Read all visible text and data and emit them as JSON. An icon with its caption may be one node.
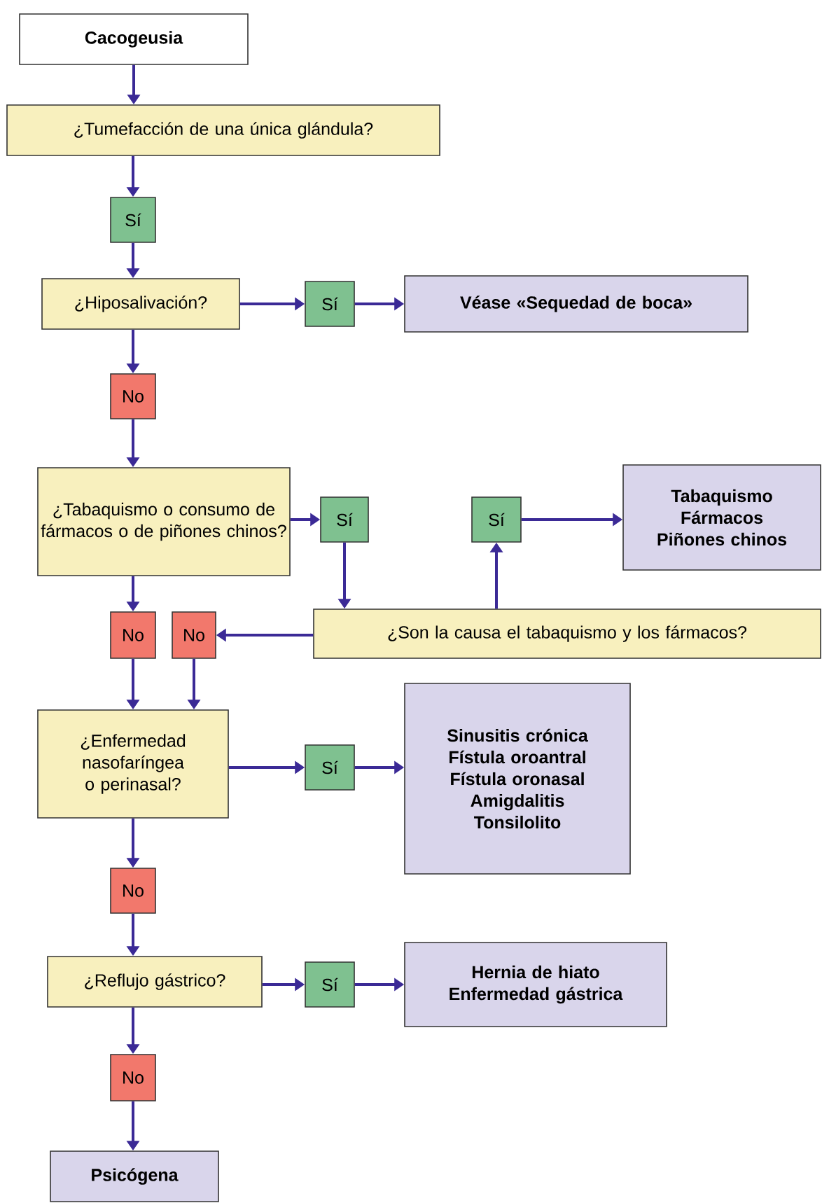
{
  "diagram": {
    "nodes": [
      {
        "text": [
          "Cacogeusia"
        ]
      },
      {
        "text": [
          "¿Tumefacción de una única glándula?"
        ]
      },
      {
        "text": [
          "Sí"
        ]
      },
      {
        "text": [
          "¿Hiposalivación?"
        ]
      },
      {
        "text": [
          "Sí"
        ]
      },
      {
        "text": [
          "Véase «Sequedad de boca»"
        ]
      },
      {
        "text": [
          "No"
        ]
      },
      {
        "text": [
          "¿Tabaquismo o consumo de fármacos o de piñones chinos?"
        ]
      },
      {
        "text": [
          "Sí"
        ]
      },
      {
        "text": [
          "Sí"
        ]
      },
      {
        "text": [
          "Tabaquismo",
          "Fármacos",
          "Piñones chinos"
        ]
      },
      {
        "text": [
          "¿Son la causa el tabaquismo y los fármacos?"
        ]
      },
      {
        "text": [
          "No"
        ]
      },
      {
        "text": [
          "No"
        ]
      },
      {
        "text": [
          "¿Enfermedad nasofaríngea o perinasal?"
        ]
      },
      {
        "text": [
          "Sí"
        ]
      },
      {
        "text": [
          "Sinusitis crónica",
          "Fístula oroantral",
          "Fístula oronasal",
          "Amigdalitis",
          "Tonsilolito"
        ]
      },
      {
        "text": [
          "No"
        ]
      },
      {
        "text": [
          "¿Reflujo gástrico?"
        ]
      },
      {
        "text": [
          "Sí"
        ]
      },
      {
        "text": [
          "Hernia de hiato",
          "Enfermedad gástrica"
        ]
      },
      {
        "text": [
          "No"
        ]
      },
      {
        "text": [
          "Psicógena"
        ]
      }
    ],
    "edges": [
      {
        "from": 0,
        "to": 1,
        "arrow": "to"
      },
      {
        "from": 1,
        "to": 2,
        "arrow": "to"
      },
      {
        "from": 2,
        "to": 3,
        "arrow": "to"
      },
      {
        "from": 3,
        "to": 4,
        "arrow": "to"
      },
      {
        "from": 4,
        "to": 5,
        "arrow": "to"
      },
      {
        "from": 3,
        "to": 6,
        "arrow": "to"
      },
      {
        "from": 6,
        "to": 7,
        "arrow": "to"
      },
      {
        "from": 7,
        "to": 8,
        "arrow": "to"
      },
      {
        "from": 8,
        "to": 11,
        "arrow": "to"
      },
      {
        "from": 11,
        "to": 9,
        "arrow": "to"
      },
      {
        "from": 9,
        "to": 10,
        "arrow": "to"
      },
      {
        "from": 11,
        "to": 13,
        "arrow": "to"
      },
      {
        "from": 7,
        "to": 12,
        "arrow": "to"
      },
      {
        "from": 12,
        "to": 14,
        "arrow": "to"
      },
      {
        "from": 13,
        "to": 14,
        "arrow": "to"
      },
      {
        "from": 14,
        "to": 15,
        "arrow": "to"
      },
      {
        "from": 15,
        "to": 16,
        "arrow": "to"
      },
      {
        "from": 14,
        "to": 17,
        "arrow": "to"
      },
      {
        "from": 17,
        "to": 18,
        "arrow": "to"
      },
      {
        "from": 18,
        "to": 19,
        "arrow": "to"
      },
      {
        "from": 19,
        "to": 20,
        "arrow": "to"
      },
      {
        "from": 18,
        "to": 21,
        "arrow": "to"
      },
      {
        "from": 21,
        "to": 22,
        "arrow": "to"
      }
    ]
  }
}
